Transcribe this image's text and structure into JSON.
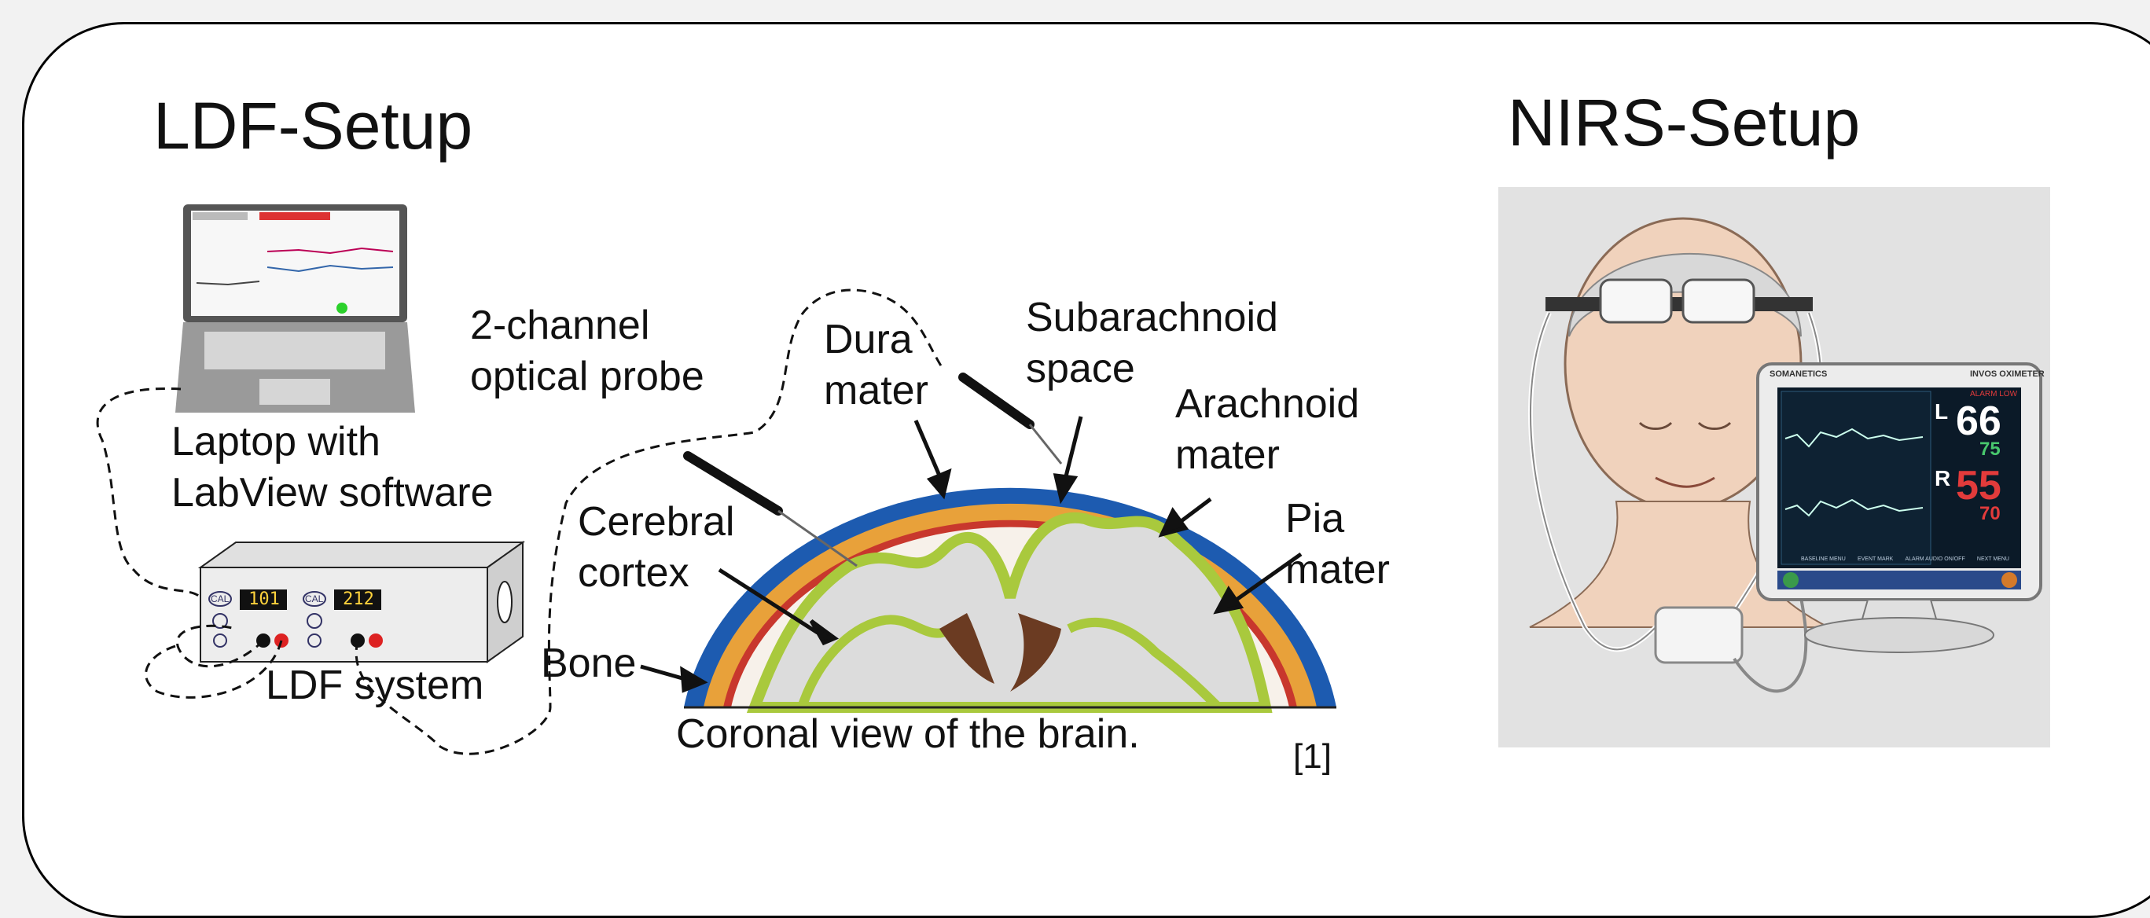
{
  "ldf": {
    "title": "LDF-Setup",
    "laptop_label_1": "Laptop with",
    "laptop_label_2": "LabView software",
    "probe_label_1": "2-channel",
    "probe_label_2": "optical probe",
    "system_label": "LDF system",
    "display_1": "101",
    "display_2": "212",
    "cal_text": "CAL",
    "brain": {
      "dura_1": "Dura",
      "dura_2": "mater",
      "subarach_1": "Subarachnoid",
      "subarach_2": "space",
      "arach_1": "Arachnoid",
      "arach_2": "mater",
      "pia_1": "Pia",
      "pia_2": "mater",
      "cortex_1": "Cerebral",
      "cortex_2": "cortex",
      "bone": "Bone",
      "caption": "Coronal view of the brain.",
      "ref": "[1]"
    }
  },
  "nirs": {
    "title": "NIRS-Setup",
    "brand": "SOMANETICS",
    "model": "INVOS OXIMETER",
    "alarm": "ALARM LOW",
    "left_letter": "L",
    "right_letter": "R",
    "left_value": "66",
    "left_base": "75",
    "right_value": "55",
    "right_base": "70",
    "menu": [
      "BASELINE MENU",
      "EVENT MARK",
      "ALARM AUDIO ON/OFF",
      "NEXT MENU"
    ]
  },
  "colors": {
    "bone_blue": "#1d5bb0",
    "dura_orange": "#e8a13a",
    "arachnoid_red": "#c8372d",
    "cortex_green": "#a9c93d",
    "value_white": "#ffffff",
    "value_red": "#e23b3b",
    "value_green": "#48c76d"
  }
}
